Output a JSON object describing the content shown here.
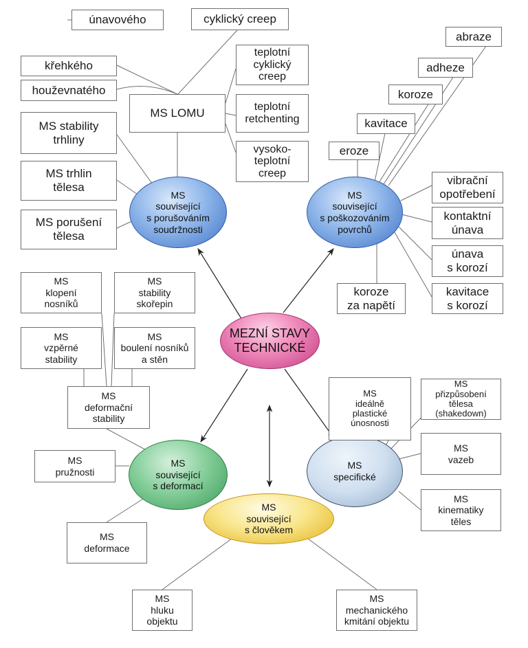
{
  "center": "MEZNÍ STAVY\nTECHNICKÉ",
  "ovals": {
    "cohesion": "MS\nsouvisející\ns porušováním\nsoudržnosti",
    "surface": "MS\nsouvisející\ns poškozováním\npovrchů",
    "deformation": "MS\nsouvisející\ns deformací",
    "specific": "MS\nspecifické",
    "human": "MS\nsouvisející\ns člověkem"
  },
  "fracture": {
    "ms_lomu": "MS LOMU",
    "unavoveho": "únavového",
    "cyklicky_creep": "cyklický creep",
    "krehkeho": "křehkého",
    "houzevnateho": "houževnatého",
    "teplotni_cyklicky_creep": "teplotní\ncyklický\ncreep",
    "teplotni_retchenting": "teplotní\nretchenting",
    "vysokoteplotni_creep": "vysoko-\nteplotní\ncreep"
  },
  "cohesion_items": {
    "stability_trhliny": "MS stability\ntrhliny",
    "trhlin_telesa": "MS trhlin\ntělesa",
    "poruseni_telesa": "MS porušení\ntělesa"
  },
  "surface_items": {
    "abraze": "abraze",
    "adheze": "adheze",
    "koroze": "koroze",
    "kavitace": "kavitace",
    "eroze": "eroze",
    "vibracni_opotrebeni": "vibrační\nopotřebení",
    "kontaktni_unava": "kontaktní\núnava",
    "unava_s_korozi": "únava\ns korozí",
    "kavitace_s_korozi": "kavitace\ns korozí",
    "koroze_za_napeti": "koroze\nza napětí"
  },
  "stability_items": {
    "klopeni_nosniku": "MS\nklopení\nnosníků",
    "stability_skorepin": "MS\nstability\nskořepin",
    "vzperne_stability": "MS\nvzpěrné\nstability",
    "bouleni_nosniku": "MS\nboulení nosníků\na stěn",
    "deformacni_stability": "MS\ndeformační\nstability"
  },
  "deformation_items": {
    "pruznosti": "MS\npružnosti",
    "deformace": "MS\ndeformace"
  },
  "specific_items": {
    "idealne_plasticke": "MS\nideálně\nplastické\núnosnosti",
    "prizpusobeni_telesa": "MS\npřizpůsobení\ntělesa\n(shakedown)",
    "vazeb": "MS\nvazeb",
    "kinematiky_teles": "MS\nkinematiky\ntěles"
  },
  "human_items": {
    "hluku_objektu": "MS\nhluku\nobjektu",
    "mechanickeho_kmitani": "MS\nmechanického\nkmitání objektu"
  },
  "colors": {
    "line": "#6e6e6e",
    "arrow": "#222222",
    "center_fill": "#e66aa8",
    "cohesion_fill": "#5b8fdc",
    "surface_fill": "#5b8fdc",
    "deformation_fill": "#5fbf7a",
    "human_fill": "#f5d44a",
    "specific_fill": "#c4d7ec"
  }
}
